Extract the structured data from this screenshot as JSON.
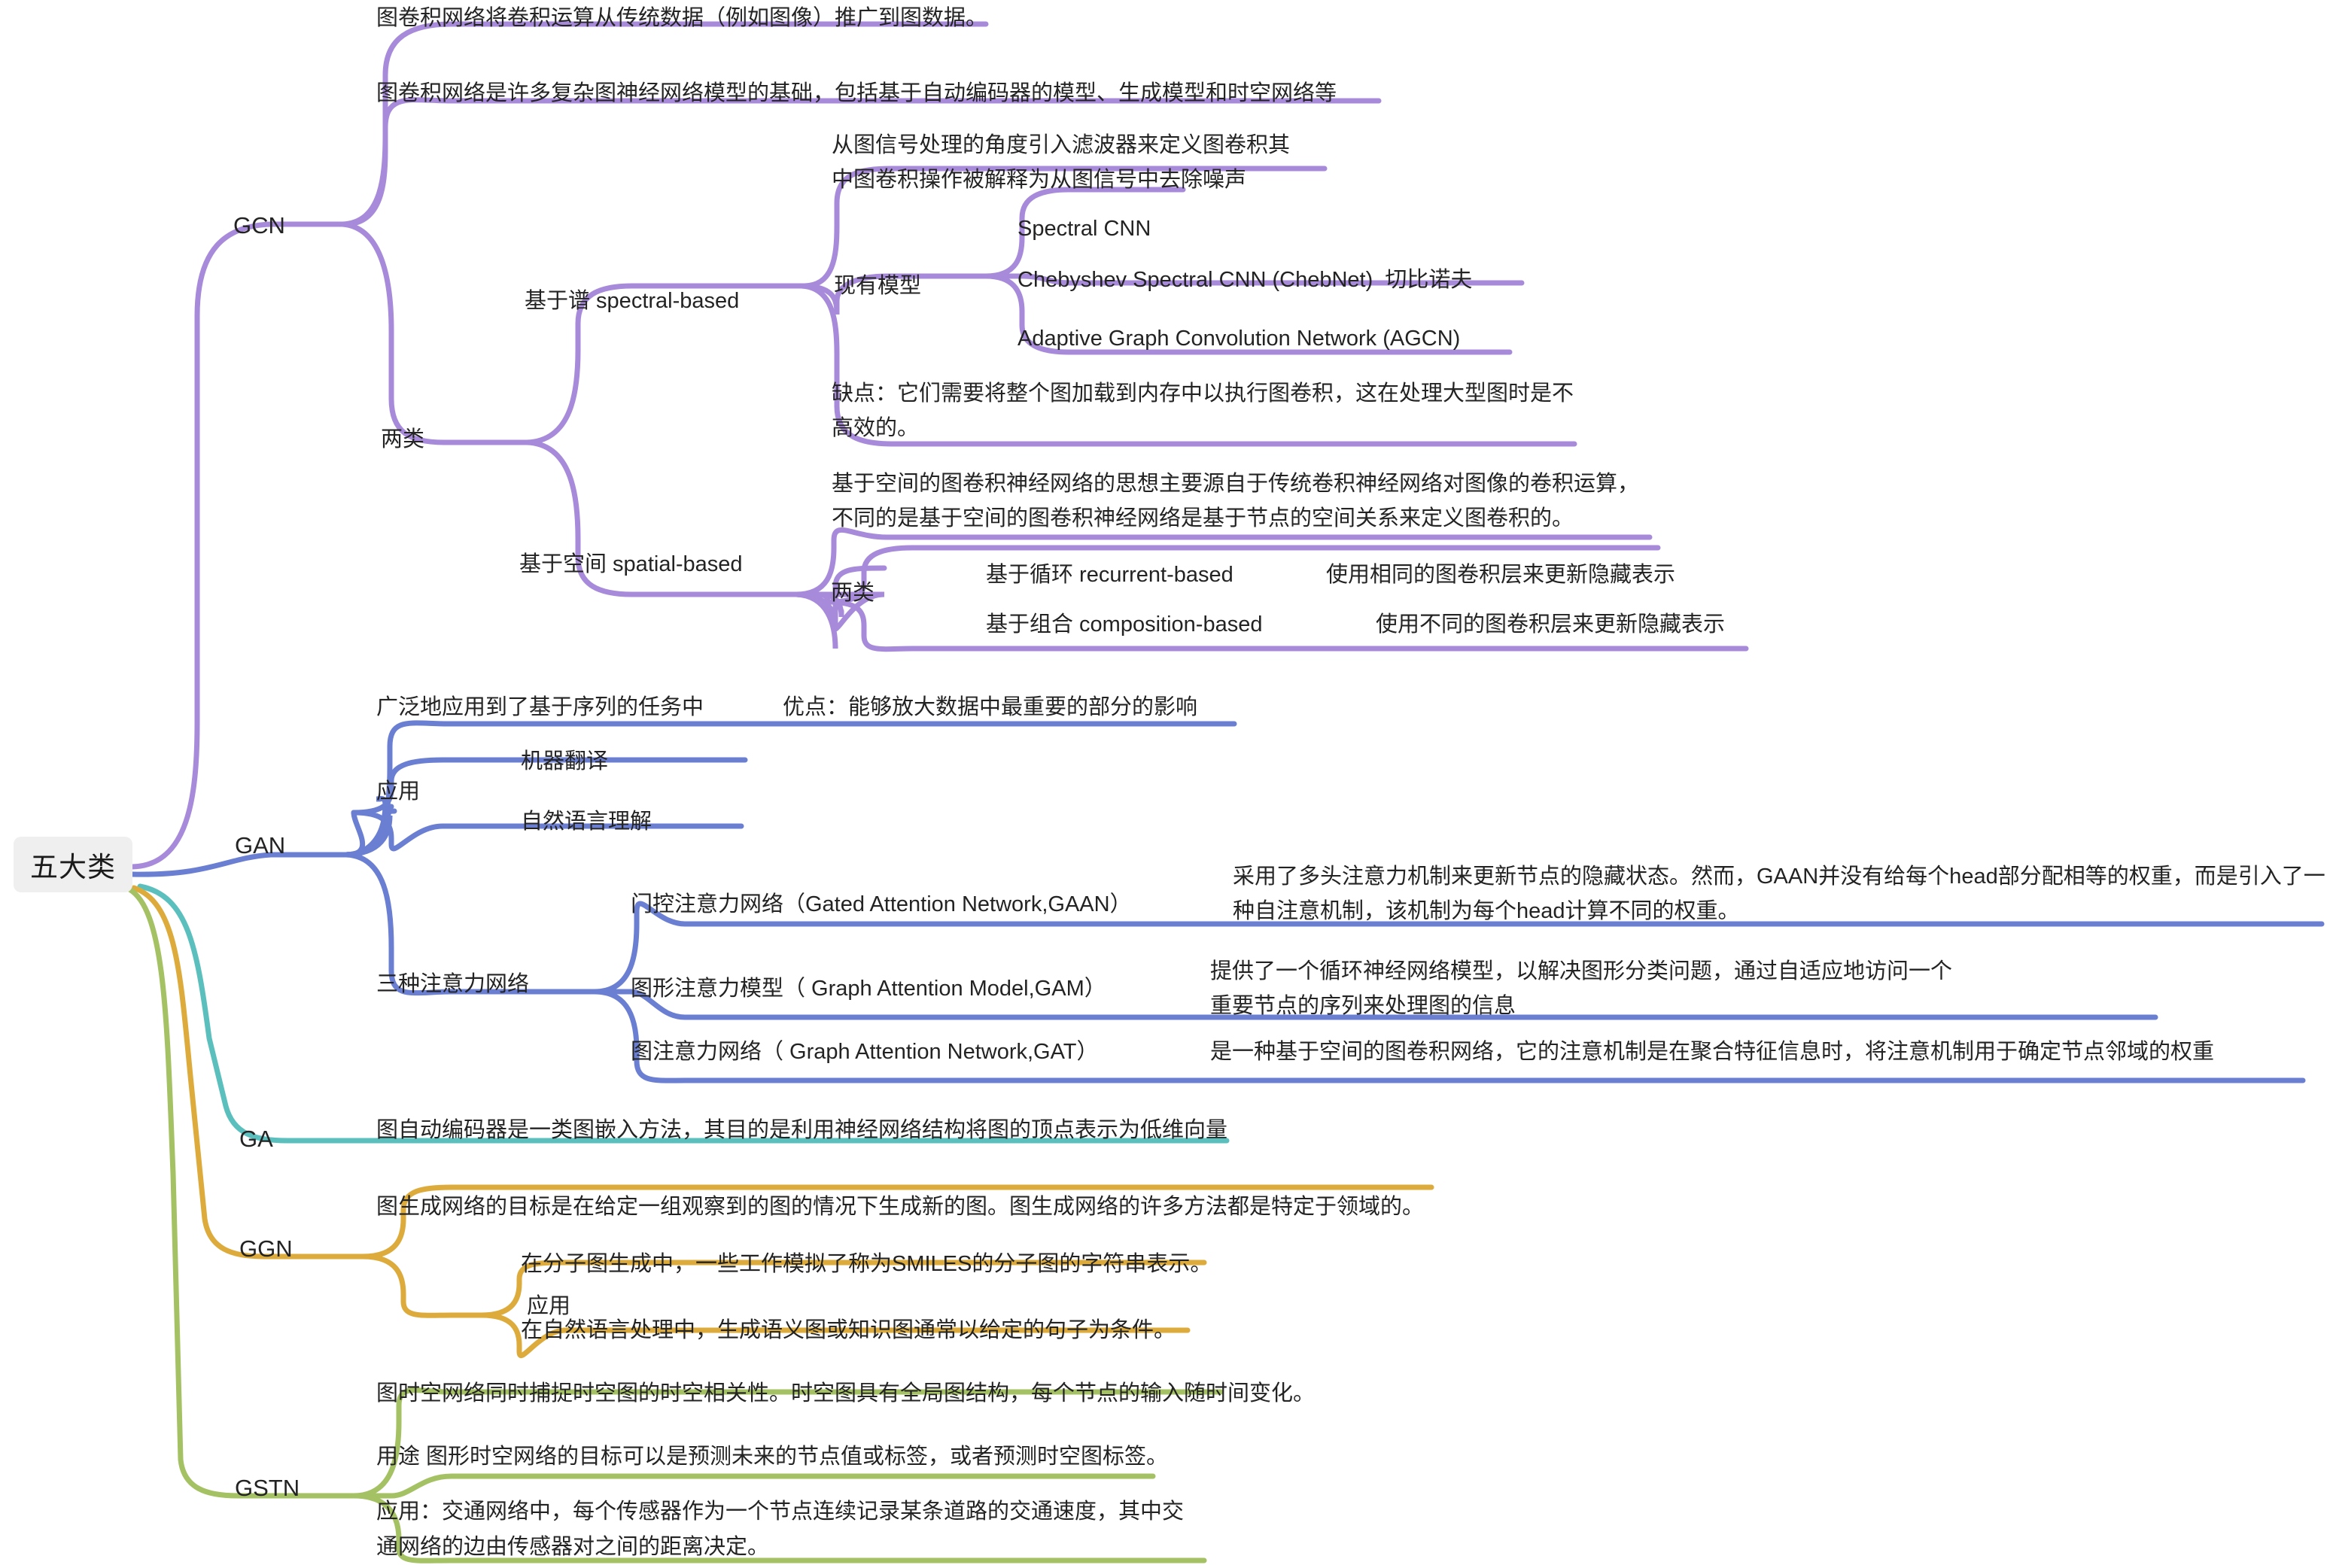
{
  "root": {
    "label": "五大类"
  },
  "colors": {
    "gcn": "#a78bda",
    "gan": "#6b7fd2",
    "ga": "#5bc0bd",
    "ggn": "#ddab3c",
    "gstn": "#a4c163",
    "root_bg": "#efefef",
    "text": "#232323"
  },
  "branches": {
    "gcn": {
      "label": "GCN",
      "notes": [
        "图卷积网络将卷积运算从传统数据（例如图像）推广到图数据。",
        "图卷积网络是许多复杂图神经网络模型的基础，包括基于自动编码器的模型、生成模型和时空网络等"
      ],
      "two_kinds_label": "两类",
      "spectral": {
        "label": "基于谱 spectral-based",
        "desc": "从图信号处理的角度引入滤波器来定义图卷积其\n中图卷积操作被解释为从图信号中去除噪声",
        "existing_models_label": "现有模型",
        "models": [
          "Spectral CNN",
          "Chebyshev Spectral CNN (ChebNet)  切比诺夫",
          "Adaptive Graph Convolution Network (AGCN)"
        ],
        "drawback": "缺点：它们需要将整个图加载到内存中以执行图卷积，这在处理大型图时是不\n高效的。"
      },
      "spatial": {
        "label": "基于空间 spatial-based",
        "desc": "基于空间的图卷积神经网络的思想主要源自于传统卷积神经网络对图像的卷积运算，\n不同的是基于空间的图卷积神经网络是基于节点的空间关系来定义图卷积的。",
        "two_kinds_label": "两类",
        "kinds": [
          {
            "label": "基于循环 recurrent-based",
            "note": "使用相同的图卷积层来更新隐藏表示"
          },
          {
            "label": "基于组合 composition-based",
            "note": "使用不同的图卷积层来更新隐藏表示"
          }
        ]
      }
    },
    "gan": {
      "label": "GAN",
      "top_note_left": "广泛地应用到了基于序列的任务中",
      "top_note_right": "优点：能够放大数据中最重要的部分的影响",
      "apply_label": "应用",
      "applications": [
        "机器翻译",
        "自然语言理解"
      ],
      "three_attention_label": "三种注意力网络",
      "attention": [
        {
          "label": "门控注意力网络（Gated Attention Network,GAAN）",
          "note": "采用了多头注意力机制来更新节点的隐藏状态。然而，GAAN并没有给每个head部分配相等的权重，而是引入了一\n种自注意机制，该机制为每个head计算不同的权重。"
        },
        {
          "label": "图形注意力模型（ Graph Attention Model,GAM）",
          "note": "提供了一个循环神经网络模型，以解决图形分类问题，通过自适应地访问一个\n重要节点的序列来处理图的信息"
        },
        {
          "label": "图注意力网络（ Graph Attention Network,GAT）",
          "note": "是一种基于空间的图卷积网络，它的注意机制是在聚合特征信息时，将注意机制用于确定节点邻域的权重"
        }
      ]
    },
    "ga": {
      "label": "GA",
      "note": "图自动编码器是一类图嵌入方法，其目的是利用神经网络结构将图的顶点表示为低维向量"
    },
    "ggn": {
      "label": "GGN",
      "note": "图生成网络的目标是在给定一组观察到的图的情况下生成新的图。图生成网络的许多方法都是特定于领域的。",
      "apply_label": "应用",
      "applications": [
        "在分子图生成中，一些工作模拟了称为SMILES的分子图的字符串表示。",
        "在自然语言处理中，生成语义图或知识图通常以给定的句子为条件。"
      ]
    },
    "gstn": {
      "label": "GSTN",
      "notes": [
        "图时空网络同时捕捉时空图的时空相关性。时空图具有全局图结构，每个节点的输入随时间变化。",
        "用途 图形时空网络的目标可以是预测未来的节点值或标签，或者预测时空图标签。",
        "应用：交通网络中，每个传感器作为一个节点连续记录某条道路的交通速度，其中交\n通网络的边由传感器对之间的距离决定。"
      ]
    }
  }
}
